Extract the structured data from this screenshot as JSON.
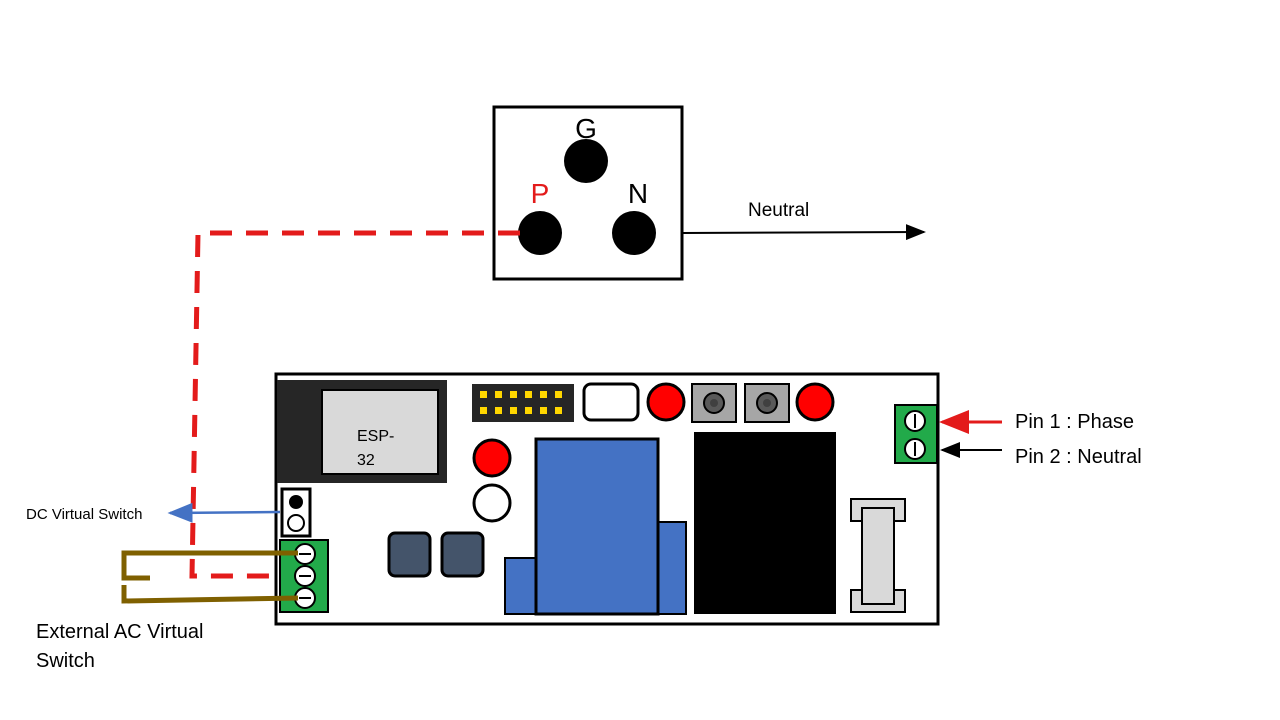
{
  "socket": {
    "ground_label": "G",
    "phase_label": "P",
    "neutral_label": "N"
  },
  "labels": {
    "neutral": "Neutral",
    "pin1": "Pin 1 : Phase",
    "pin2": "Pin 2 : Neutral",
    "dc_switch": "DC Virtual Switch",
    "ac_switch_line1": "External AC Virtual",
    "ac_switch_line2": "Switch",
    "esp_line1": "ESP-",
    "esp_line2": "32"
  },
  "colors": {
    "phase_red": "#e31b1b",
    "relay_blue": "#4472c4",
    "terminal_green": "#22aa4a",
    "switch_wire": "#7f6000",
    "dc_arrow": "#4472c4",
    "button_slate": "#44546a",
    "module_gray": "#d9d9d9",
    "header_yellow": "#ffd700"
  }
}
